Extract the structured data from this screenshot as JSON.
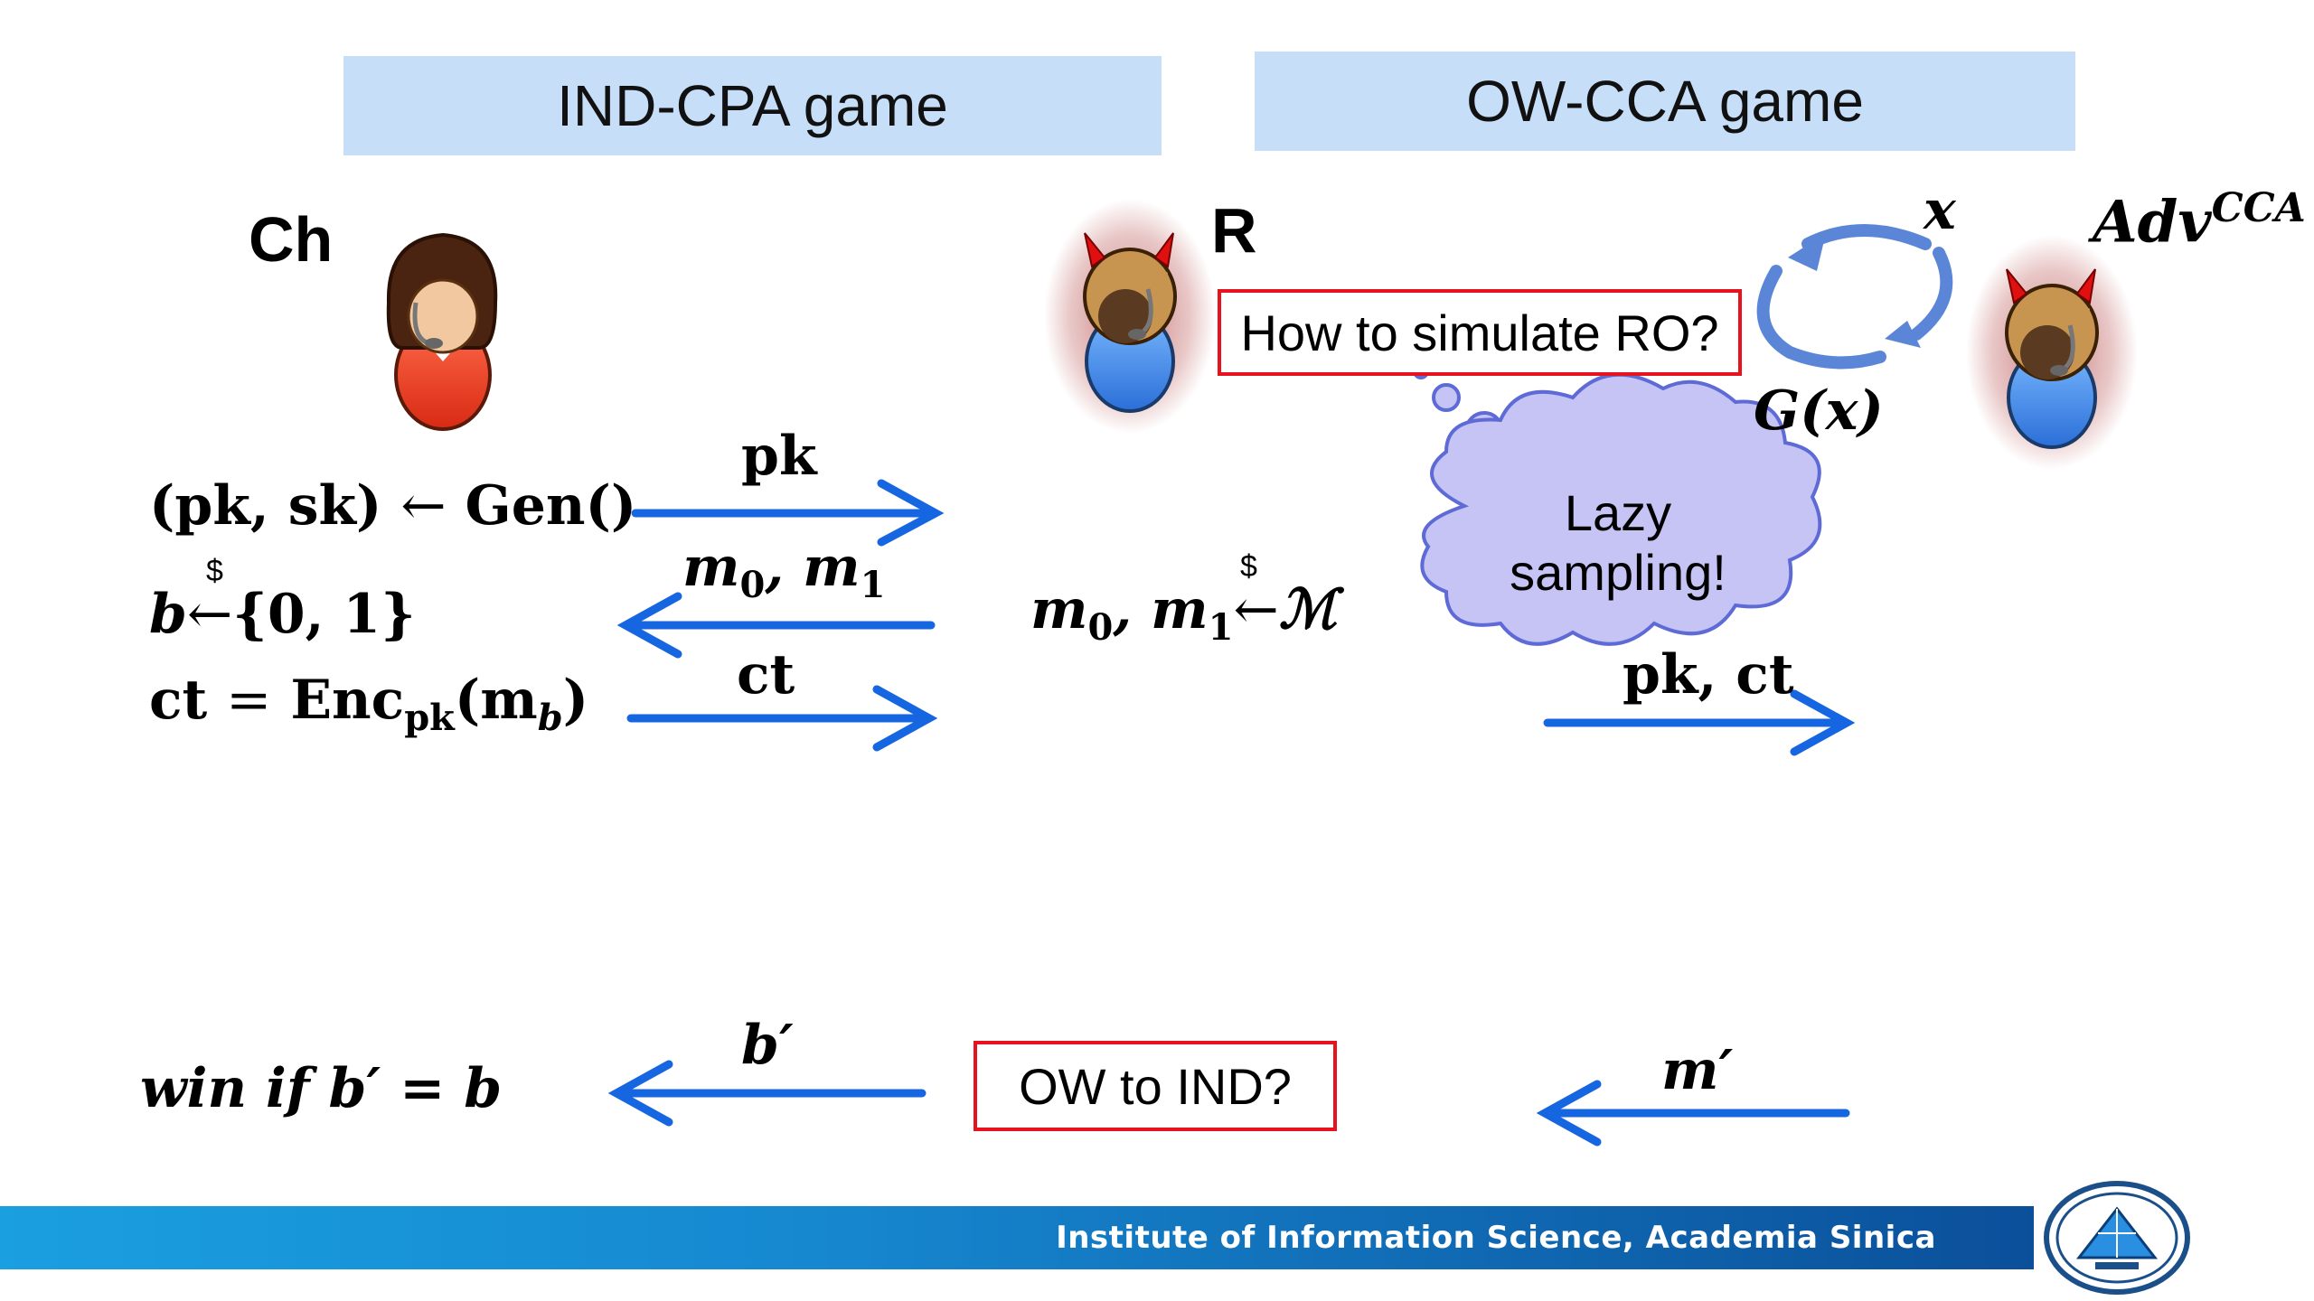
{
  "headers": {
    "ind_cpa": "IND-CPA game",
    "ow_cca": "OW-CCA game"
  },
  "parties": {
    "challenger": "Ch",
    "reduction": "R",
    "adversary_base": "Adv",
    "adversary_sup": "CCA"
  },
  "left_column": {
    "keygen_lhs": "(pk, sk)",
    "keygen_arrow": "←",
    "keygen_rhs": "Gen()",
    "b_var": "b",
    "sample_arrow": "←",
    "b_set": "{0, 1}",
    "dollar_sign": "$",
    "ct_lhs": "ct",
    "ct_eq": "=",
    "ct_enc": "Enc",
    "ct_sub": "pk",
    "ct_open": "(m",
    "ct_msub": "b",
    "ct_close": ")"
  },
  "arrows": {
    "pk_label": "pk",
    "m_label_base": "m",
    "m_label_sub0": "0",
    "m_label_sep": ", m",
    "m_label_sub1": "1",
    "ct_label": "ct",
    "pk_ct_label": "pk, ct",
    "b_prime_label": "b′",
    "m_prime_label": "m′"
  },
  "middle": {
    "m_base": "m",
    "m_sub0": "0",
    "m_sep": ", m",
    "m_sub1": "1",
    "sample_arrow": "←",
    "space": "ℳ",
    "dollar_sign": "$"
  },
  "oracle": {
    "x_label": "x",
    "gx_label": "G(x)"
  },
  "callouts": {
    "simulate_ro": "How to simulate RO?",
    "ow_to_ind": "OW to IND?",
    "lazy_line1": "Lazy",
    "lazy_line2": "sampling!"
  },
  "win_condition": "win if b′ = b",
  "footer": {
    "institute": "Institute of Information Science, Academia Sinica"
  },
  "colors": {
    "arrow_blue": "#1566e0",
    "header_bg": "#c6def8",
    "callout_border": "#e8121e",
    "cloud_fill": "#c5c4f4",
    "cloud_stroke": "#5e6ad6",
    "cycle_blue": "#5b86d8"
  },
  "icons": [
    "challenger-avatar-icon",
    "reduction-devil-avatar-icon",
    "adversary-devil-avatar-icon",
    "cycle-arrows-icon",
    "thought-cloud-icon",
    "academia-sinica-logo-icon"
  ]
}
